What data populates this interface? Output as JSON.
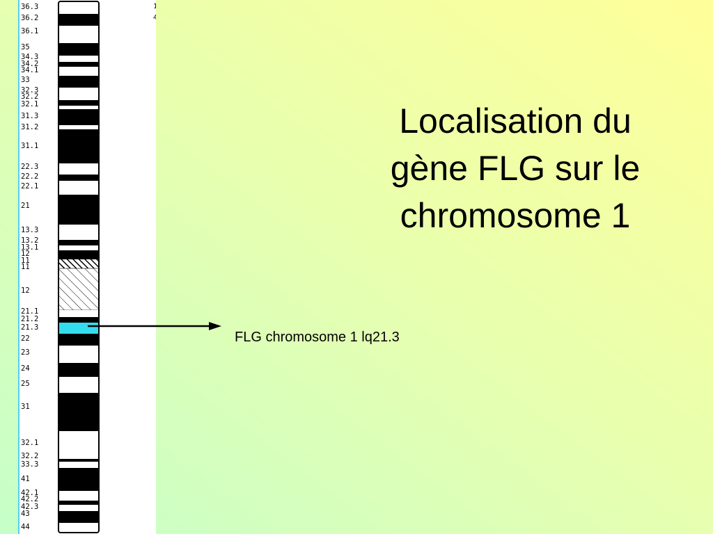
{
  "title_lines": [
    "Localisation du",
    "gène FLG sur le",
    "chromosome 1"
  ],
  "gene_label": "FLG chromosome 1 lq21.3",
  "corner_marks": [
    "1",
    "4"
  ],
  "highlight_color": "#33ddee",
  "bands": [
    {
      "label": "36.3",
      "stain": "white"
    },
    {
      "label": "36.2",
      "stain": "black"
    },
    {
      "label": "36.1",
      "stain": "white"
    },
    {
      "label": "35",
      "stain": "black"
    },
    {
      "label": "34.3",
      "stain": "white"
    },
    {
      "label": "34.2",
      "stain": "black"
    },
    {
      "label": "34.1",
      "stain": "white"
    },
    {
      "label": "33",
      "stain": "black"
    },
    {
      "label": "32.3",
      "stain": "white"
    },
    {
      "label": "32.2",
      "stain": "black"
    },
    {
      "label": "32.1",
      "stain": "white"
    },
    {
      "label": "31.3",
      "stain": "black"
    },
    {
      "label": "31.2",
      "stain": "white"
    },
    {
      "label": "31.1",
      "stain": "black"
    },
    {
      "label": "22.3",
      "stain": "white"
    },
    {
      "label": "22.2",
      "stain": "black"
    },
    {
      "label": "22.1",
      "stain": "white"
    },
    {
      "label": "21",
      "stain": "black"
    },
    {
      "label": "13.3",
      "stain": "white"
    },
    {
      "label": "13.2",
      "stain": "black"
    },
    {
      "label": "13.1",
      "stain": "white"
    },
    {
      "label": "12",
      "stain": "black"
    },
    {
      "label": "11",
      "stain": "centromere"
    },
    {
      "label": "11",
      "stain": "centromere"
    },
    {
      "label": "12",
      "stain": "heterochromatin"
    },
    {
      "label": "21.1",
      "stain": "white"
    },
    {
      "label": "21.2",
      "stain": "black"
    },
    {
      "label": "21.3",
      "stain": "highlight"
    },
    {
      "label": "22",
      "stain": "black"
    },
    {
      "label": "23",
      "stain": "white"
    },
    {
      "label": "24",
      "stain": "black"
    },
    {
      "label": "25",
      "stain": "white"
    },
    {
      "label": "31",
      "stain": "black"
    },
    {
      "label": "32.1",
      "stain": "white"
    },
    {
      "label": "32.2",
      "stain": "black"
    },
    {
      "label": "33.3",
      "stain": "white"
    },
    {
      "label": "41",
      "stain": "black"
    },
    {
      "label": "42.1",
      "stain": "white"
    },
    {
      "label": "42.2",
      "stain": "black"
    },
    {
      "label": "42.3",
      "stain": "white"
    },
    {
      "label": "43",
      "stain": "black"
    },
    {
      "label": "44",
      "stain": "white"
    }
  ]
}
